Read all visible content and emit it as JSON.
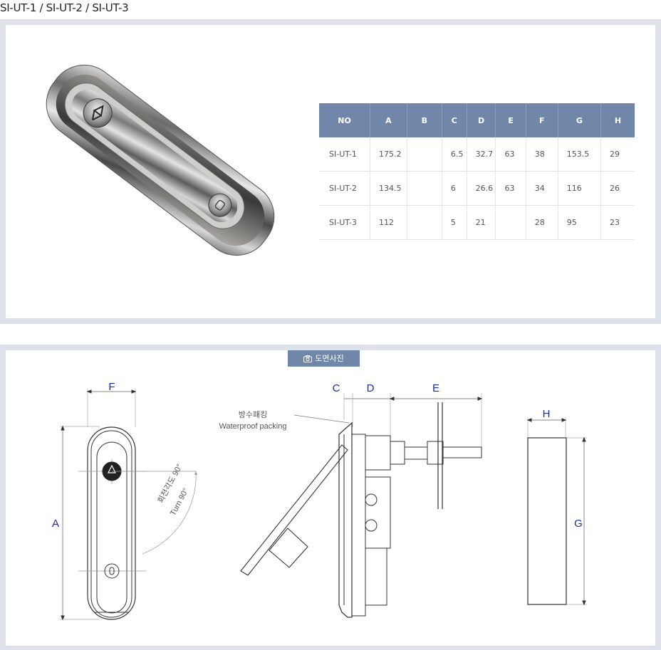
{
  "page": {
    "title": "SI-UT-1 / SI-UT-2 / SI-UT-3"
  },
  "spec_table": {
    "headers": [
      "NO",
      "A",
      "B",
      "C",
      "D",
      "E",
      "F",
      "G",
      "H"
    ],
    "rows": [
      [
        "SI-UT-1",
        "175.2",
        "",
        "6.5",
        "32.7",
        "63",
        "38",
        "153.5",
        "29"
      ],
      [
        "SI-UT-2",
        "134.5",
        "",
        "6",
        "26.6",
        "63",
        "34",
        "116",
        "26"
      ],
      [
        "SI-UT-3",
        "112",
        "",
        "5",
        "21",
        "",
        "28",
        "95",
        "23"
      ]
    ]
  },
  "drawing": {
    "tab_label": "도면사진",
    "dims": {
      "front_width": "F",
      "front_height": "A",
      "side_c": "C",
      "side_d": "D",
      "side_e": "E",
      "end_width": "H",
      "end_height": "G"
    },
    "rotation_ko": "회전각도 90°",
    "rotation_en": "Turn 90°",
    "packing_ko": "방수패킹",
    "packing_en": "Waterproof packing"
  },
  "colors": {
    "header_bg": "#7187a9",
    "panel_border": "#dde1ea",
    "dimension_text": "#1a2e9e"
  }
}
